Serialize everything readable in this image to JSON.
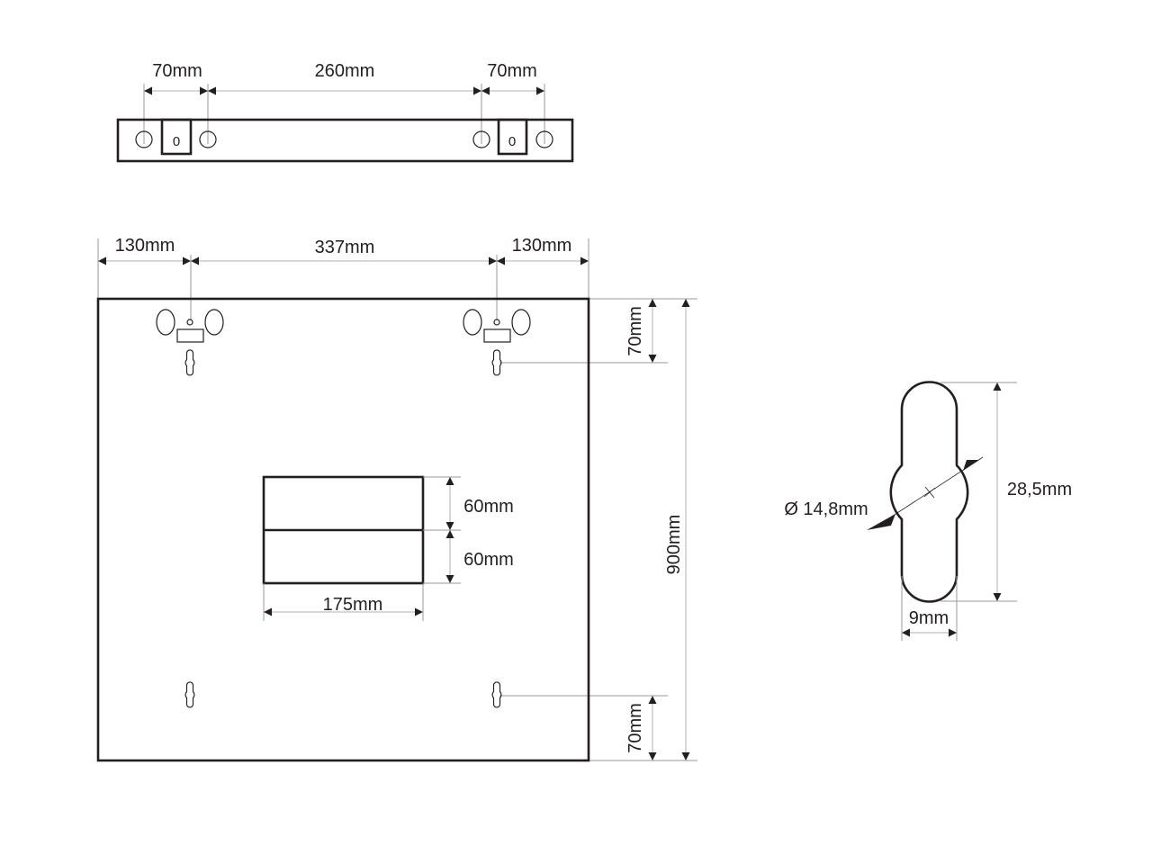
{
  "top_view": {
    "left_spacing": "70mm",
    "center_spacing": "260mm",
    "right_spacing": "70mm",
    "slot_marks": [
      "0",
      "0"
    ]
  },
  "front_view": {
    "left_offset": "130mm",
    "center_spacing": "337mm",
    "right_offset": "130mm",
    "total_height": "900mm",
    "top_hole_offset": "70mm",
    "bottom_hole_offset": "70mm",
    "box_upper_height": "60mm",
    "box_lower_height": "60mm",
    "box_width": "175mm"
  },
  "keyhole_detail": {
    "diameter": "Ø 14,8mm",
    "height": "28,5mm",
    "width": "9mm"
  },
  "colors": {
    "line": "#231f20",
    "dimension": "#b0b0b0"
  }
}
